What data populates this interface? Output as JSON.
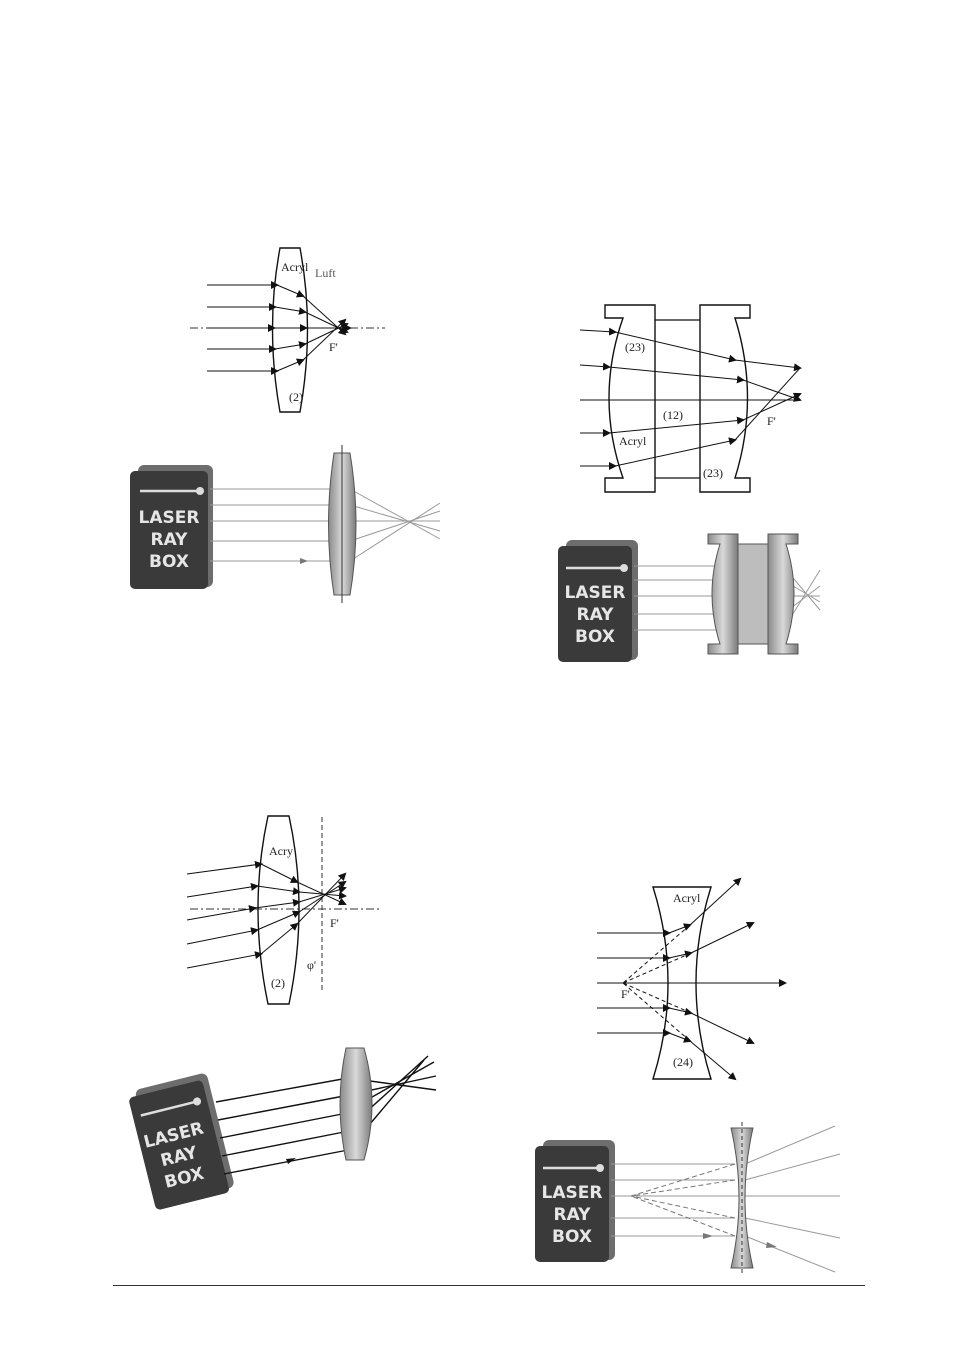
{
  "fig1": {
    "material": "Acryl",
    "medium": "Luft",
    "focus": "F'",
    "lens_id": "(2)"
  },
  "fig2": {
    "lens_id_top": "(23)",
    "spacer_id": "(12)",
    "material": "Acryl",
    "lens_id_bottom": "(23)",
    "focus": "F'"
  },
  "fig3": {
    "material": "Acry",
    "focus": "F'",
    "angle": "φ'",
    "lens_id": "(2)"
  },
  "fig4": {
    "material": "Acryl",
    "focus": "F'",
    "lens_id": "(24)"
  },
  "raybox": {
    "line1": "LASER",
    "line2": "RAY",
    "line3": "BOX"
  }
}
